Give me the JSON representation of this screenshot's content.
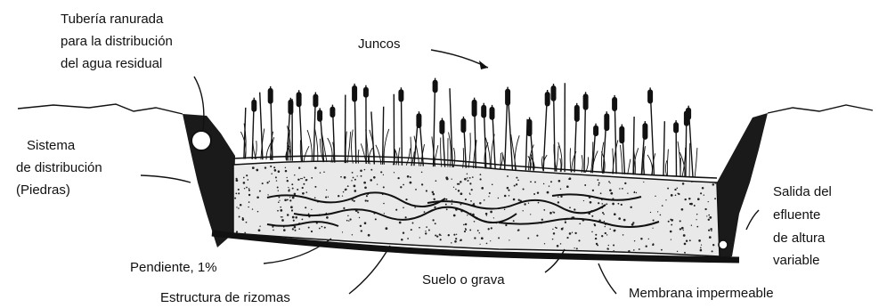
{
  "labels": {
    "pipe": [
      "Tubería ranurada",
      "para la distribución",
      "del agua residual"
    ],
    "reeds": "Juncos",
    "distribution": [
      "Sistema",
      "de distribución",
      "(Piedras)"
    ],
    "outlet": [
      "Salida del",
      "efluente",
      "de altura",
      "variable"
    ],
    "slope": "Pendiente, 1%",
    "rhizomes": "Estructura de rizomas",
    "soil": "Suelo o grava",
    "membrane": "Membrana impermeable"
  },
  "colors": {
    "ink": "#111111",
    "background": "#ffffff"
  }
}
